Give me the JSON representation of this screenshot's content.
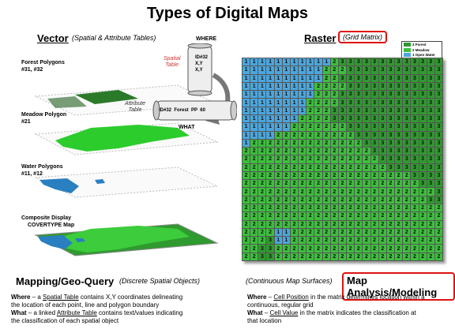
{
  "title": "Types of Digital Maps",
  "vector": {
    "heading": "Vector",
    "subheading": "(Spatial & Attribute Tables)",
    "layers": {
      "forest": [
        "Forest Polygons",
        "#31, #32"
      ],
      "meadow": [
        "Meadow Polygon",
        "#21"
      ],
      "water": [
        "Water Polygons",
        "#11, #12"
      ],
      "composite": [
        "Composite Display",
        "COVERTYPE Map"
      ]
    },
    "where_label": "WHERE",
    "spatial_table_label": [
      "Spatial",
      "Table"
    ],
    "spatial_scroll": [
      "ID#32",
      "X,Y",
      "X,Y"
    ],
    "attribute_table_label": [
      "Attribute",
      "Table"
    ],
    "attribute_scroll": "ID#32  Forest  PP  60",
    "what_label": "WHAT"
  },
  "raster": {
    "heading": "Raster",
    "subheading": "(Grid Matrix)",
    "legend": [
      {
        "code": "3",
        "name": "Forest",
        "color": "#2f9a2f"
      },
      {
        "code": "2",
        "name": "Meadow",
        "color": "#3cc03c"
      },
      {
        "code": "1",
        "name": "Open Water",
        "color": "#4ba6dd"
      }
    ]
  },
  "bottom_left": {
    "heading": "Mapping/Geo-Query",
    "subheading": "(Discrete Spatial Objects)",
    "where_lead": "Where",
    "where_mid1": " – a ",
    "where_link": "Spatial Table",
    "where_rest1": " contains X,Y coordinates delineating",
    "where_rest2": "the location of each point, line and polygon boundary",
    "what_lead": "What",
    "what_mid1": " – a linked ",
    "what_link": "Attribute Table",
    "what_rest1": " contains text/values indicating",
    "what_rest2": "the classification of each spatial object"
  },
  "bottom_right": {
    "subheading": "(Continuous Map Surfaces)",
    "heading": "Map Analysis/Modeling",
    "where_lead": "Where",
    "where_mid1": " – ",
    "where_link": "Cell Position",
    "where_rest1": " in the matrix determines location within a",
    "where_rest2": "continuous, regular grid",
    "what_lead": "What",
    "what_mid1": " – ",
    "what_link": "Cell Value",
    "what_rest1": " in the matrix indicates the classification at",
    "what_rest2": "that location"
  },
  "grid_rows": [
    "1111111111123333333333333",
    "1111111111222333333333333",
    "1111111111223333333333333",
    "1111111112222333333333333",
    "1111111112223333333333333",
    "1111111122223333333333333",
    "1111111122233333333333333",
    "1111111222233333333333333",
    "1111112222222333333333333",
    "1111222222222233333333333",
    "1222222222222223333333333",
    "2222222222222222333333333",
    "2222222222222222233333333",
    "2222222222222222223333333",
    "2222222222222222222223333",
    "2222222222222222222222333",
    "2222222222222222222222223",
    "2222222222222222222222233",
    "2222222222222222222222222",
    "2222222222222222222222222",
    "2222222222222222222222222",
    "2222112222222222222222222",
    "2223112222222222222222222",
    "2233222222222222222222222",
    "2233222222222222222222222"
  ]
}
